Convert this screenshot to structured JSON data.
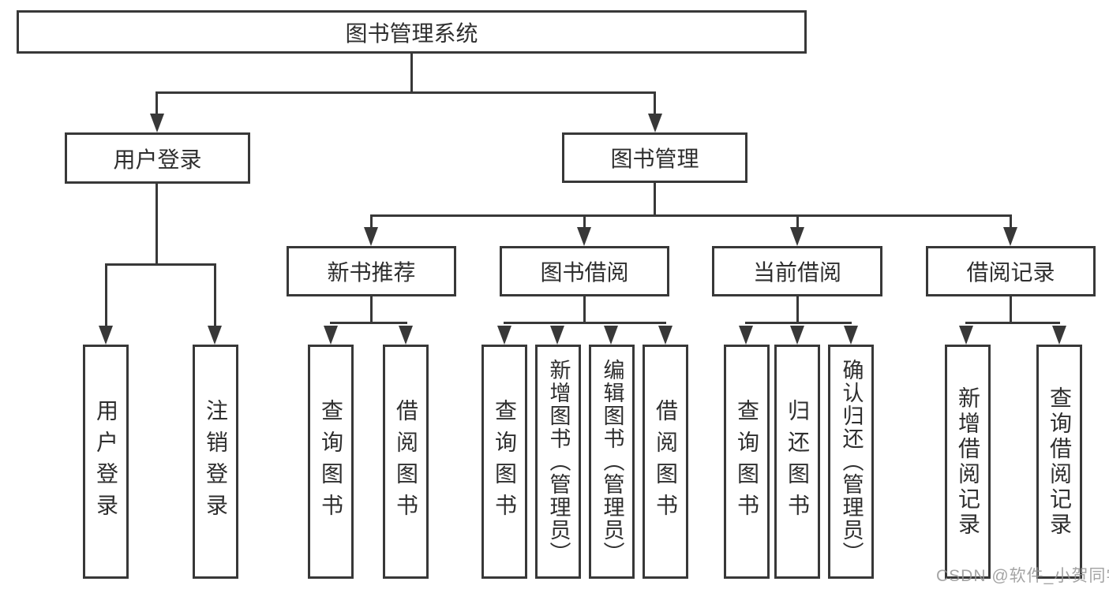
{
  "diagram_title": "图书管理系统",
  "watermark": "CSDN @软件_小贺同学",
  "colors": {
    "line": "#383838",
    "text": "#2e2e2e",
    "background": "#ffffff",
    "watermark": "#949494"
  },
  "tree": {
    "root": "图书管理系统",
    "branches": [
      {
        "label": "用户登录",
        "leaves": [
          "用户登录",
          "注销登录"
        ]
      },
      {
        "label": "图书管理",
        "groups": [
          {
            "label": "新书推荐",
            "leaves": [
              "查询图书",
              "借阅图书"
            ]
          },
          {
            "label": "图书借阅",
            "leaves": [
              "查询图书",
              "新增图书（管理员）",
              "编辑图书（管理员）",
              "借阅图书"
            ]
          },
          {
            "label": "当前借阅",
            "leaves": [
              "查询图书",
              "归还图书",
              "确认归还（管理员）"
            ]
          },
          {
            "label": "借阅记录",
            "leaves": [
              "新增借阅记录",
              "查询借阅记录"
            ]
          }
        ]
      }
    ]
  }
}
